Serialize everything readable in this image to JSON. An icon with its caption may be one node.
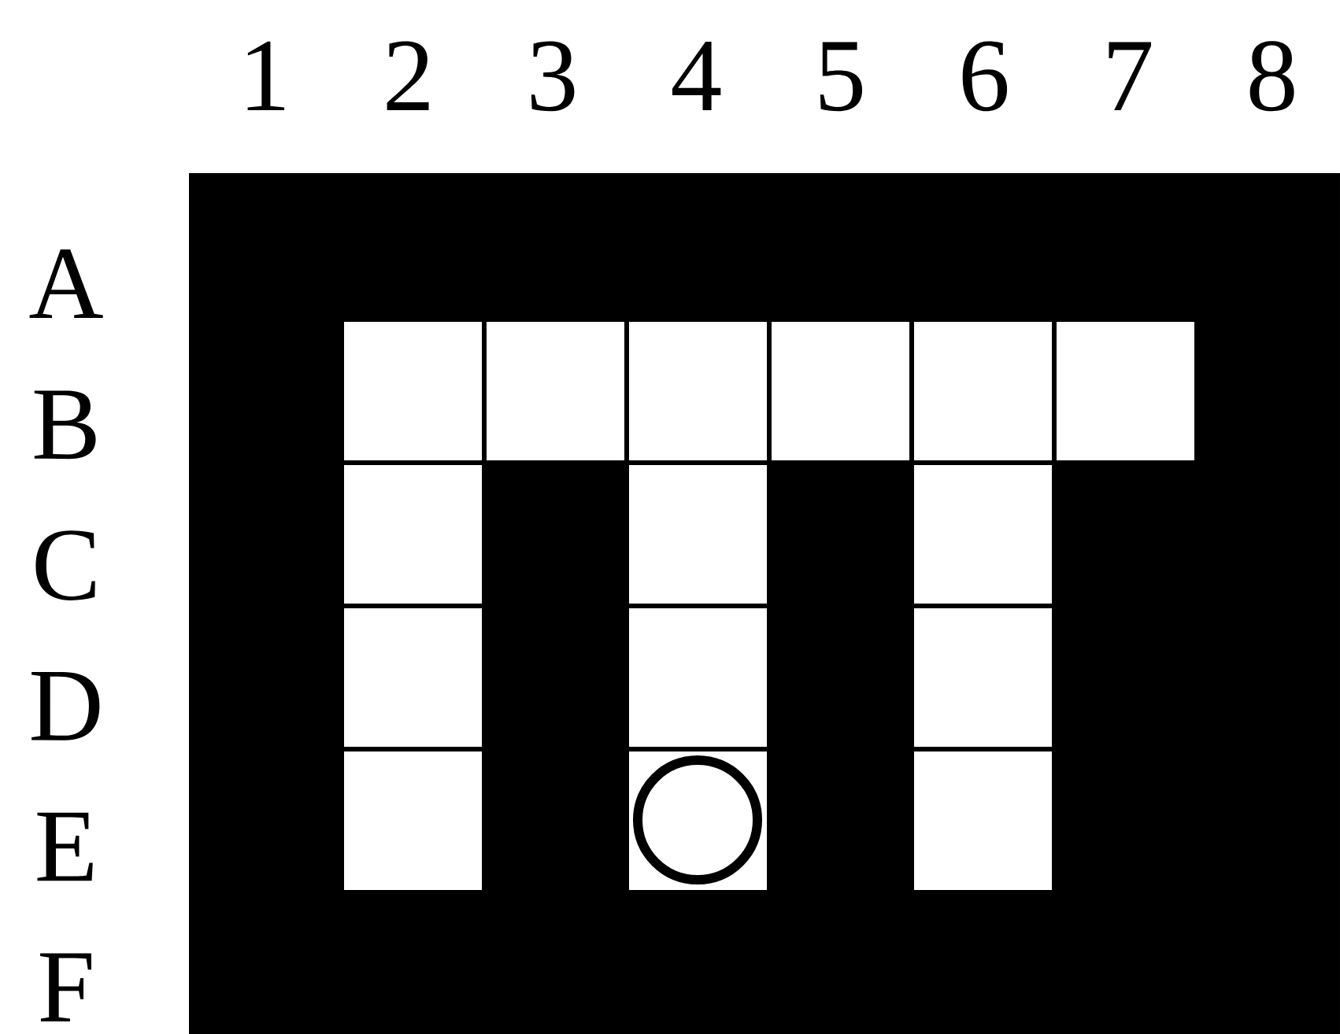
{
  "diagram": {
    "labels": [
      "1",
      "2",
      "3",
      "4",
      "5",
      "6",
      "7",
      "8",
      "A",
      "B",
      "C",
      "D",
      "E",
      "F"
    ]
  }
}
